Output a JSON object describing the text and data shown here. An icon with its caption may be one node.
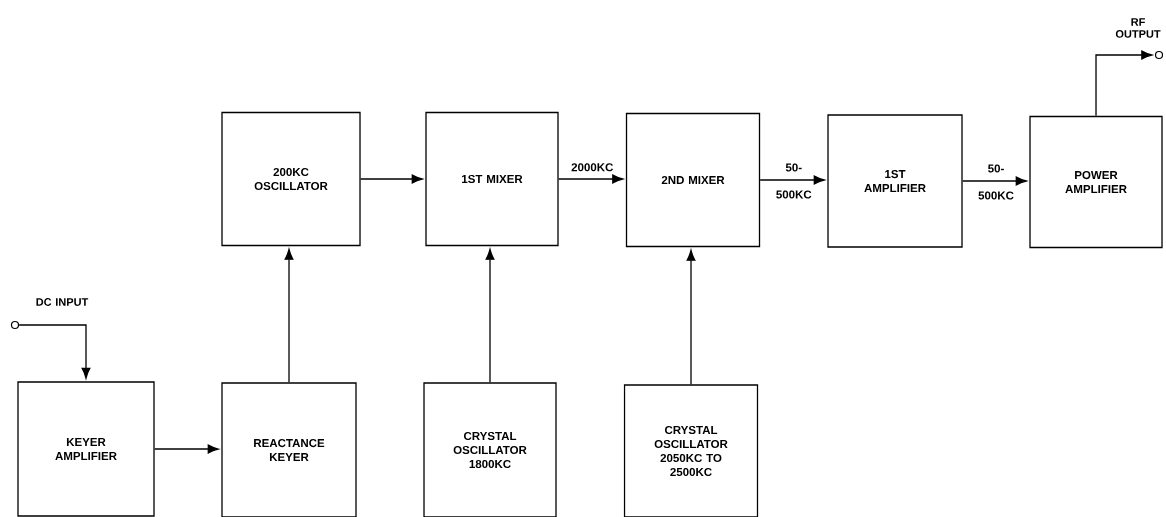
{
  "diagram": {
    "nodes": [
      {
        "text": [],
        "shape": "circle",
        "beside": [
          "DC INPUT"
        ]
      },
      {
        "text": [
          "200KC OSCILLATOR"
        ]
      },
      {
        "text": [
          "1ST MIXER"
        ]
      },
      {
        "text": [
          "2ND MIXER"
        ]
      },
      {
        "text": [
          "1ST AMPLIFIER"
        ]
      },
      {
        "text": [
          "POWER AMPLIFIER"
        ]
      },
      {
        "text": [],
        "shape": "circle",
        "beside": [
          "RF OUTPUT"
        ]
      },
      {
        "text": [
          "KEYER AMPLIFIER"
        ]
      },
      {
        "text": [
          "REACTANCE KEYER"
        ]
      },
      {
        "text": [
          "CRYSTAL OSCILLATOR 1800KC"
        ]
      },
      {
        "text": [
          "CRYSTAL OSCILLATOR 2050KC TO 2500KC"
        ]
      }
    ],
    "edges": [
      {
        "from": 0,
        "to": 7,
        "arrow": "to"
      },
      {
        "from": 7,
        "to": 8,
        "arrow": "to"
      },
      {
        "from": 8,
        "to": 1,
        "arrow": "to"
      },
      {
        "from": 1,
        "to": 2,
        "arrow": "to"
      },
      {
        "from": 2,
        "to": 3,
        "arrow": "to",
        "label": "2000KC"
      },
      {
        "from": 3,
        "to": 4,
        "arrow": "to",
        "label": "50- 500KC"
      },
      {
        "from": 4,
        "to": 5,
        "arrow": "to",
        "label": "50- 500KC"
      },
      {
        "from": 9,
        "to": 2,
        "arrow": "to"
      },
      {
        "from": 10,
        "to": 3,
        "arrow": "to"
      },
      {
        "from": 5,
        "to": 6,
        "arrow": "to"
      }
    ]
  }
}
